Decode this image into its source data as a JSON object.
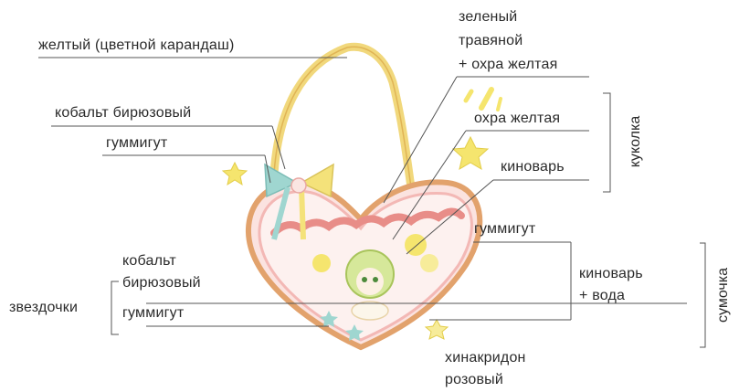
{
  "labels": {
    "yellow_pencil": "желтый (цветной карандаш)",
    "cobalt_turquoise_top": "кобальт бирюзовый",
    "gamboge_top": "гуммигут",
    "green_grass_1": "зеленый",
    "green_grass_2": "травяной",
    "green_grass_3": "+ охра желтая",
    "ochre_yellow": "охра желтая",
    "cinnabar_top": "киноварь",
    "doll_group": "куколка",
    "gamboge_mid": "гуммигут",
    "cinnabar_water_1": "киноварь",
    "cinnabar_water_2": "+ вода",
    "bag_group": "сумочка",
    "cobalt_turquoise_bottom_1": "кобальт",
    "cobalt_turquoise_bottom_2": "бирюзовый",
    "stars_group": "звездочки",
    "gamboge_bottom": "гуммигут",
    "quinacridone_1": "хинакридон",
    "quinacridone_2": "розовый"
  },
  "colors": {
    "line": "#555555",
    "heart_pink": "#f3b8b5",
    "heart_edge": "#e2a26c",
    "strap": "#f1d87c",
    "star": "#f5e56e",
    "bow_turquoise": "#9fd6d0",
    "bow_yellow": "#f4e27a",
    "ruffle": "#e88d88",
    "doll_hair": "#b9d66e"
  }
}
